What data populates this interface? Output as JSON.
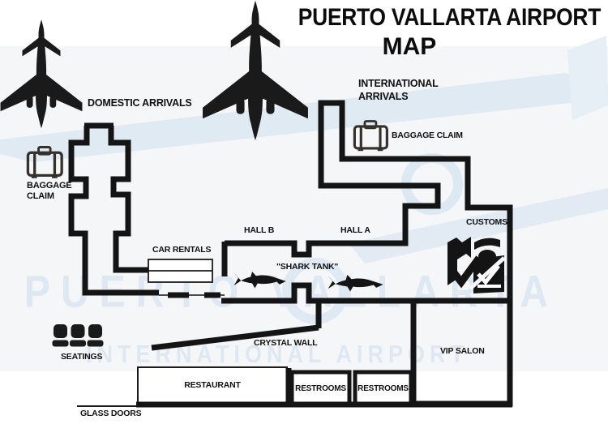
{
  "title": {
    "line1": "PUERTO VALLARTA AIRPORT",
    "line2": "MAP"
  },
  "labels": {
    "domestic_arrivals": "DOMESTIC ARRIVALS",
    "international_arrivals": {
      "line1": "INTERNATIONAL",
      "line2": "ARRIVALS"
    },
    "baggage_claim_domestic": "BAGGAGE CLAIM",
    "baggage_claim_international": "BAGGAGE CLAIM",
    "car_rentals": "CAR RENTALS",
    "hall_b": "HALL B",
    "hall_a": "HALL A",
    "shark_tank": "\"SHARK TANK\"",
    "customs": "CUSTOMS",
    "vip_salon": "VIP SALON",
    "crystal_wall": "CRYSTAL WALL",
    "seatings": "SEATINGS",
    "restaurant": "RESTAURANT",
    "restrooms_left": "RESTROOMS",
    "restrooms_right": "RESTROOMS",
    "glass_doors": "GLASS DOORS"
  },
  "watermark": {
    "line1": "PUERTO VALLARTA",
    "line2": "INTERNATIONAL AIRPORT",
    "text_color": "#dde8f2"
  },
  "icons": {
    "airplane_count": 2,
    "baggage_count": 2,
    "shark_count": 2,
    "seat_count": 3,
    "names": [
      "airplane-icon",
      "baggage-claim-icon",
      "shark-icon",
      "seats-icon",
      "customs-officer-icon"
    ]
  },
  "colors": {
    "wall": "#141414",
    "label_text": "#101010",
    "suitcase": "#35302a",
    "watermark_blue": "#dde8f2",
    "band": "#f5f6f7",
    "background": "#ffffff"
  }
}
